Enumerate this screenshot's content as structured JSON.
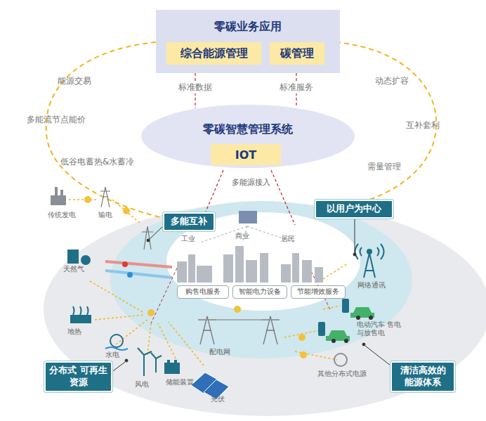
{
  "diagram": {
    "nodes": [
      {
        "text": [
          "零碳业务应用"
        ]
      },
      {
        "text": [
          "综合能源管理"
        ],
        "in": 0
      },
      {
        "text": [
          "碳管理"
        ],
        "in": 0
      },
      {
        "text": [
          "零碳智慧管理系统"
        ]
      },
      {
        "text": [
          "IOT"
        ],
        "in": 3
      },
      {
        "text": [
          "多能互补"
        ]
      },
      {
        "text": [
          "以用户为中心"
        ]
      },
      {
        "text": [
          "分布式 可再生资源"
        ]
      },
      {
        "text": [
          "清洁高效的 能源体系"
        ]
      },
      {
        "text": [
          "购售电服务"
        ]
      },
      {
        "text": [
          "智能电力设备"
        ]
      },
      {
        "text": [
          "节能增效服务"
        ]
      }
    ],
    "edges": [
      {
        "from": 0,
        "to": 3,
        "label": "标准数据",
        "arrow": "none"
      },
      {
        "from": 0,
        "to": 3,
        "label": "标准服务",
        "arrow": "none"
      }
    ],
    "labels": [
      "能源交易",
      "多能流节点能价",
      "低谷电蓄热&水蓄冷",
      "动态扩容",
      "互补套利",
      "需量管理",
      "多能源接入",
      "传统发电",
      "输电",
      "天然气",
      "地热",
      "水电",
      "风电",
      "储能装置",
      "光伏",
      "工业",
      "商业",
      "居民",
      "网络通讯",
      "配电网",
      "电动汽车 售电与放售电",
      "其他分布式电源"
    ]
  }
}
